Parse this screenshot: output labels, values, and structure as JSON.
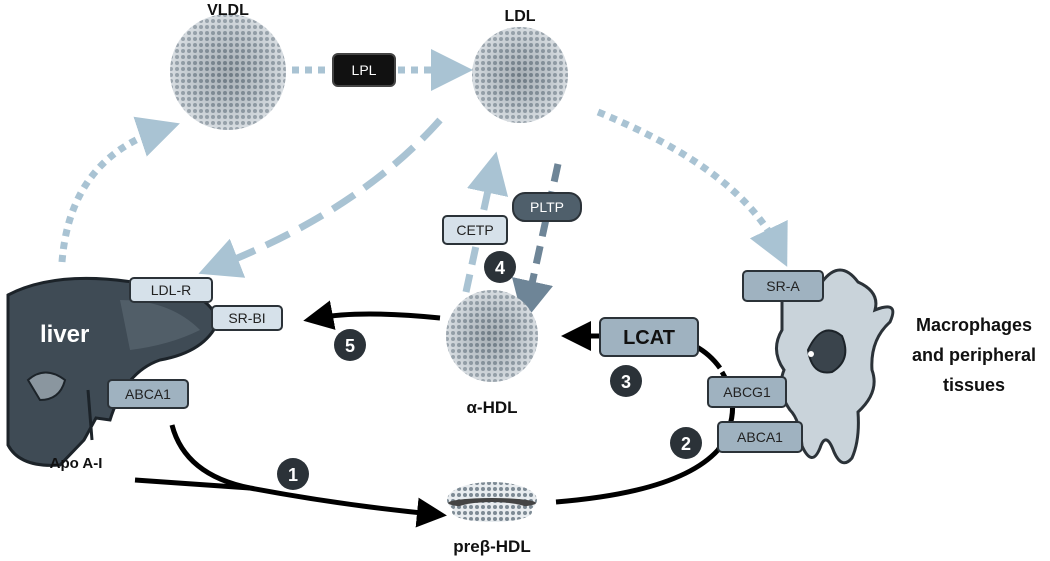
{
  "labels": {
    "vldl": "VLDL",
    "ldl": "LDL",
    "alpha_hdl": "α-HDL",
    "prebeta_hdl": "preβ-HDL",
    "liver": "liver",
    "apo_a1": "Apo A-I",
    "macrophages_line1": "Macrophages",
    "macrophages_line2": "and peripheral",
    "macrophages_line3": "tissues"
  },
  "proteins": {
    "lpl": "LPL",
    "cetp": "CETP",
    "pltp": "PLTP",
    "lcat": "LCAT",
    "ldl_r": "LDL-R",
    "sr_bi": "SR-BI",
    "abca1_liver": "ABCA1",
    "sr_a": "SR-A",
    "abcg1": "ABCG1",
    "abca1_macrophage": "ABCA1"
  },
  "steps": [
    "1",
    "2",
    "3",
    "4",
    "5"
  ],
  "colors": {
    "dotted_arrow": "#a9c3d3",
    "dashed_arrow": "#a9c3d3",
    "pltp_arrow": "#6e8597",
    "solid_arrow": "#000000",
    "step_circle": "#2b3238",
    "liver_fill": "#3f4b55",
    "macrophage_fill": "#c9d3da",
    "box_light": "#d6e1ea",
    "box_mid": "#9fb2c0",
    "box_dark": "#4f5f6b",
    "lpl_box": "#111111"
  }
}
